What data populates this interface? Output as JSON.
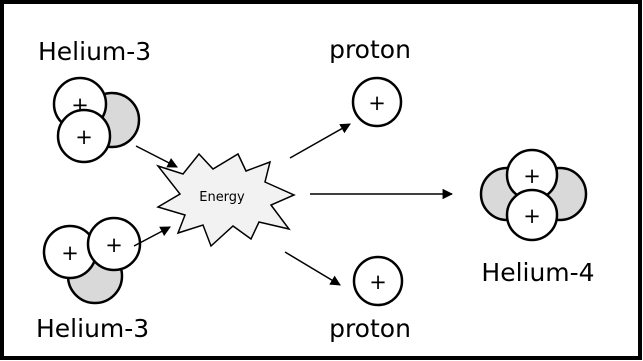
{
  "labels": {
    "helium3_top": "Helium-3",
    "helium3_bottom": "Helium-3",
    "proton_top": "proton",
    "proton_bottom": "proton",
    "helium4": "Helium-4",
    "energy": "Energy",
    "proton_charge": "+"
  },
  "colors": {
    "frame": "#000000",
    "proton_fill": "#ffffff",
    "neutron_fill": "#d9d9d9",
    "burst_fill": "#f2f2f2",
    "stroke": "#000000"
  }
}
